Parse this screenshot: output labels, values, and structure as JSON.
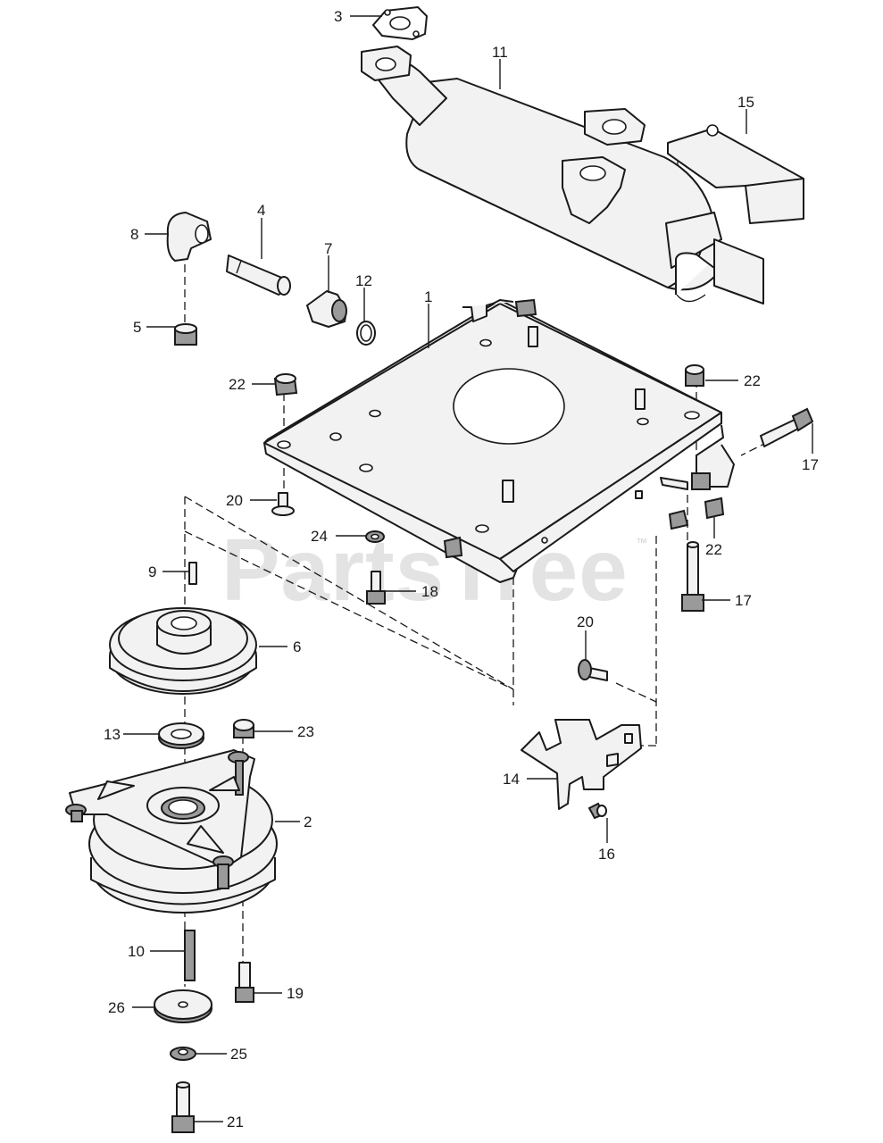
{
  "watermark": {
    "text": "PartsTree",
    "trademark": "™"
  },
  "callouts": [
    "1",
    "2",
    "3",
    "4",
    "5",
    "6",
    "7",
    "8",
    "9",
    "10",
    "11",
    "12",
    "13",
    "14",
    "15",
    "16",
    "17",
    "18",
    "19",
    "20",
    "21",
    "22",
    "23",
    "24",
    "25",
    "26"
  ],
  "colors": {
    "line": "#1a1a1a",
    "part_fill": "#f2f2f2",
    "watermark": "#e3e3e3"
  }
}
